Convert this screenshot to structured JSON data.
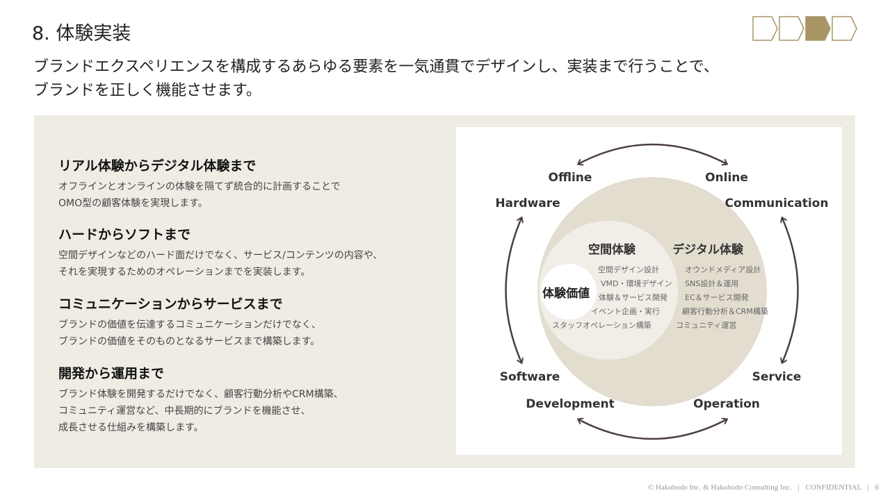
{
  "header": {
    "title": "8.  体験実装",
    "steps_total": 4,
    "steps_active": 3,
    "accent": "#a99566"
  },
  "lead": [
    "ブランドエクスペリエンスを構成するあらゆる要素を一気通貫でデザインし、実装まで行うことで、",
    "ブランドを正しく機能させます。"
  ],
  "sections": [
    {
      "title": "リアル体験からデジタル体験まで",
      "lines": [
        "オフラインとオンラインの体験を隔てず統合的に計画することで",
        "OMO型の顧客体験を実現します。"
      ]
    },
    {
      "title": "ハードからソフトまで",
      "lines": [
        "空間デザインなどのハード面だけでなく、サービス/コンテンツの内容や、",
        "それを実現するためのオペレーションまでを実装します。"
      ]
    },
    {
      "title": "コミュニケーションからサービスまで",
      "lines": [
        "ブランドの価値を伝達するコミュニケーションだけでなく、",
        "ブランドの価値をそのものとなるサービスまで構築します。"
      ]
    },
    {
      "title": "開発から運用まで",
      "lines": [
        "ブランド体験を開発するだけでなく、顧客行動分析やCRM構築、",
        "コミュニティ運営など、中長期的にブランドを機能させ、",
        "成長させる仕組みを構築します。"
      ]
    }
  ],
  "diagram": {
    "labels": {
      "offline": "Offline",
      "online": "Online",
      "hardware": "Hardware",
      "communication": "Communication",
      "software": "Software",
      "service": "Service",
      "development": "Development",
      "operation": "Operation"
    },
    "core": "体験価値",
    "spatial": {
      "title": "空間体験",
      "items": [
        "空間デザイン設計",
        "VMD・環境デザイン",
        "体験＆サービス開発",
        "イベント企画・実行",
        "スタッフオペレーション構築"
      ]
    },
    "digital": {
      "title": "デジタル体験",
      "items": [
        "オウンドメディア設計",
        "SNS設計＆運用",
        "EC＆サービス開発",
        "顧客行動分析＆CRM構築",
        "コミュニティ運営"
      ]
    }
  },
  "footer": {
    "copyright": "© Hakuhodo Inc. & Hakuhodo Consulting Inc.",
    "confidential": "CONFIDENTIAL",
    "page": "6"
  }
}
